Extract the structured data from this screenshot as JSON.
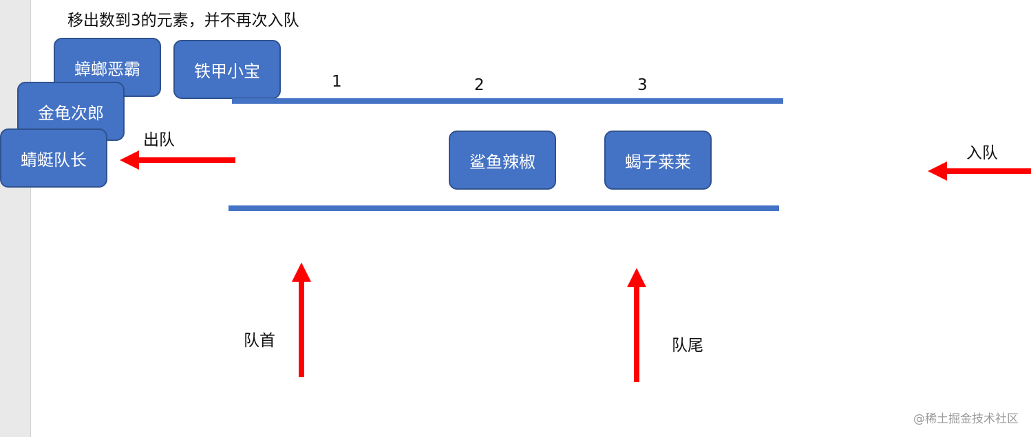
{
  "title": "移出数到3的元素，并不再次入队",
  "removed": [
    "蟑螂恶霸",
    "铁甲小宝",
    "金龟次郎",
    "蜻蜓队长"
  ],
  "queue_items": [
    "鲨鱼辣椒",
    "蝎子莱莱"
  ],
  "positions": [
    "1",
    "2",
    "3"
  ],
  "labels": {
    "dequeue": "出队",
    "enqueue": "入队",
    "head": "队首",
    "tail": "队尾"
  },
  "colors": {
    "box": "#4472c4",
    "arrow": "#ff0000"
  },
  "watermark": "@稀土掘金技术社区"
}
